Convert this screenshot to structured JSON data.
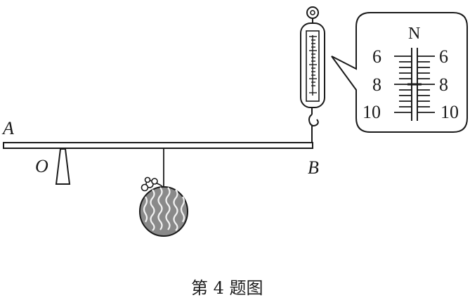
{
  "labels": {
    "point_a": "A",
    "point_o": "O",
    "point_b": "B"
  },
  "scale": {
    "unit": "N",
    "left_ticks": [
      "6",
      "8",
      "10"
    ],
    "right_ticks": [
      "6",
      "8",
      "10"
    ]
  },
  "caption": "第 4 题图",
  "icons": [
    "spring-scale-icon",
    "watermelon-icon",
    "fulcrum-icon",
    "magnifier-callout-icon"
  ]
}
